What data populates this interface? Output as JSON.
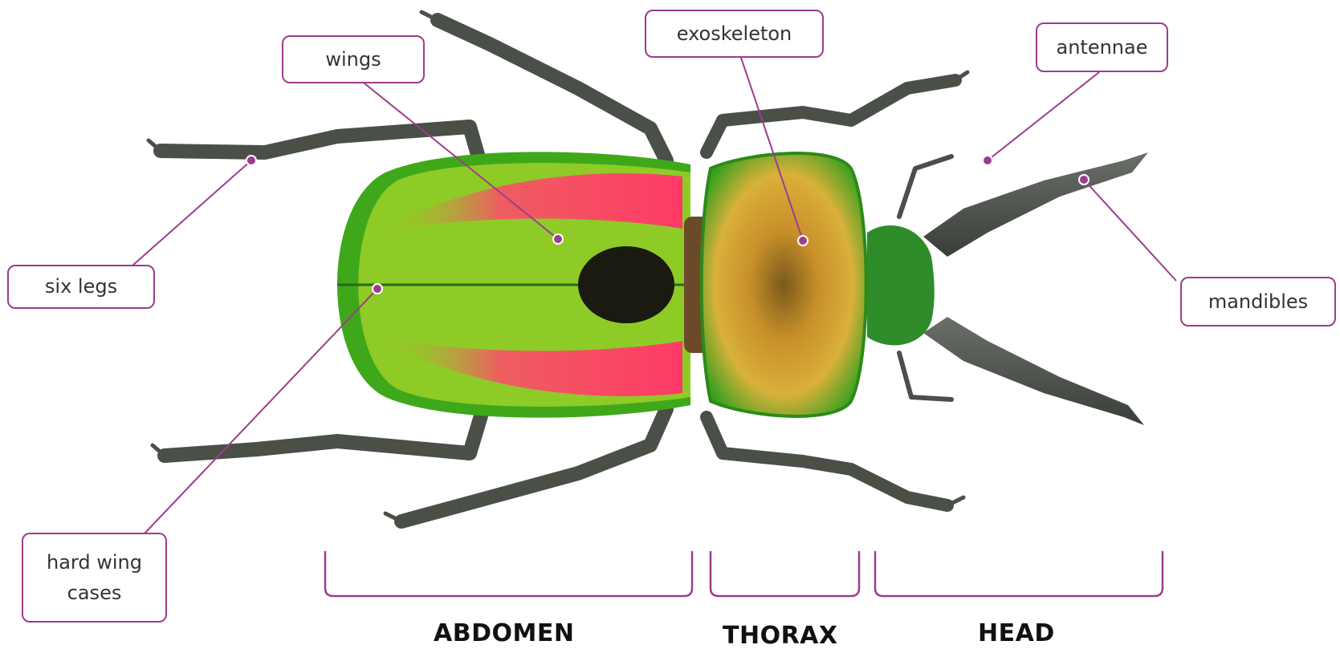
{
  "callouts": {
    "wings": "wings",
    "exoskeleton": "exoskeleton",
    "antennae": "antennae",
    "six_legs": "six legs",
    "mandibles": "mandibles",
    "hard_wing_cases_line1": "hard wing",
    "hard_wing_cases_line2": "cases"
  },
  "sections": {
    "abdomen": "ABDOMEN",
    "thorax": "THORAX",
    "head": "HEAD"
  },
  "colors": {
    "accent": "#9b3d8c",
    "leg": "#4a4f48",
    "shell_green": "#3ea81a",
    "shell_pink": "#ff4a6a",
    "thorax_gold": "#d89a28"
  }
}
